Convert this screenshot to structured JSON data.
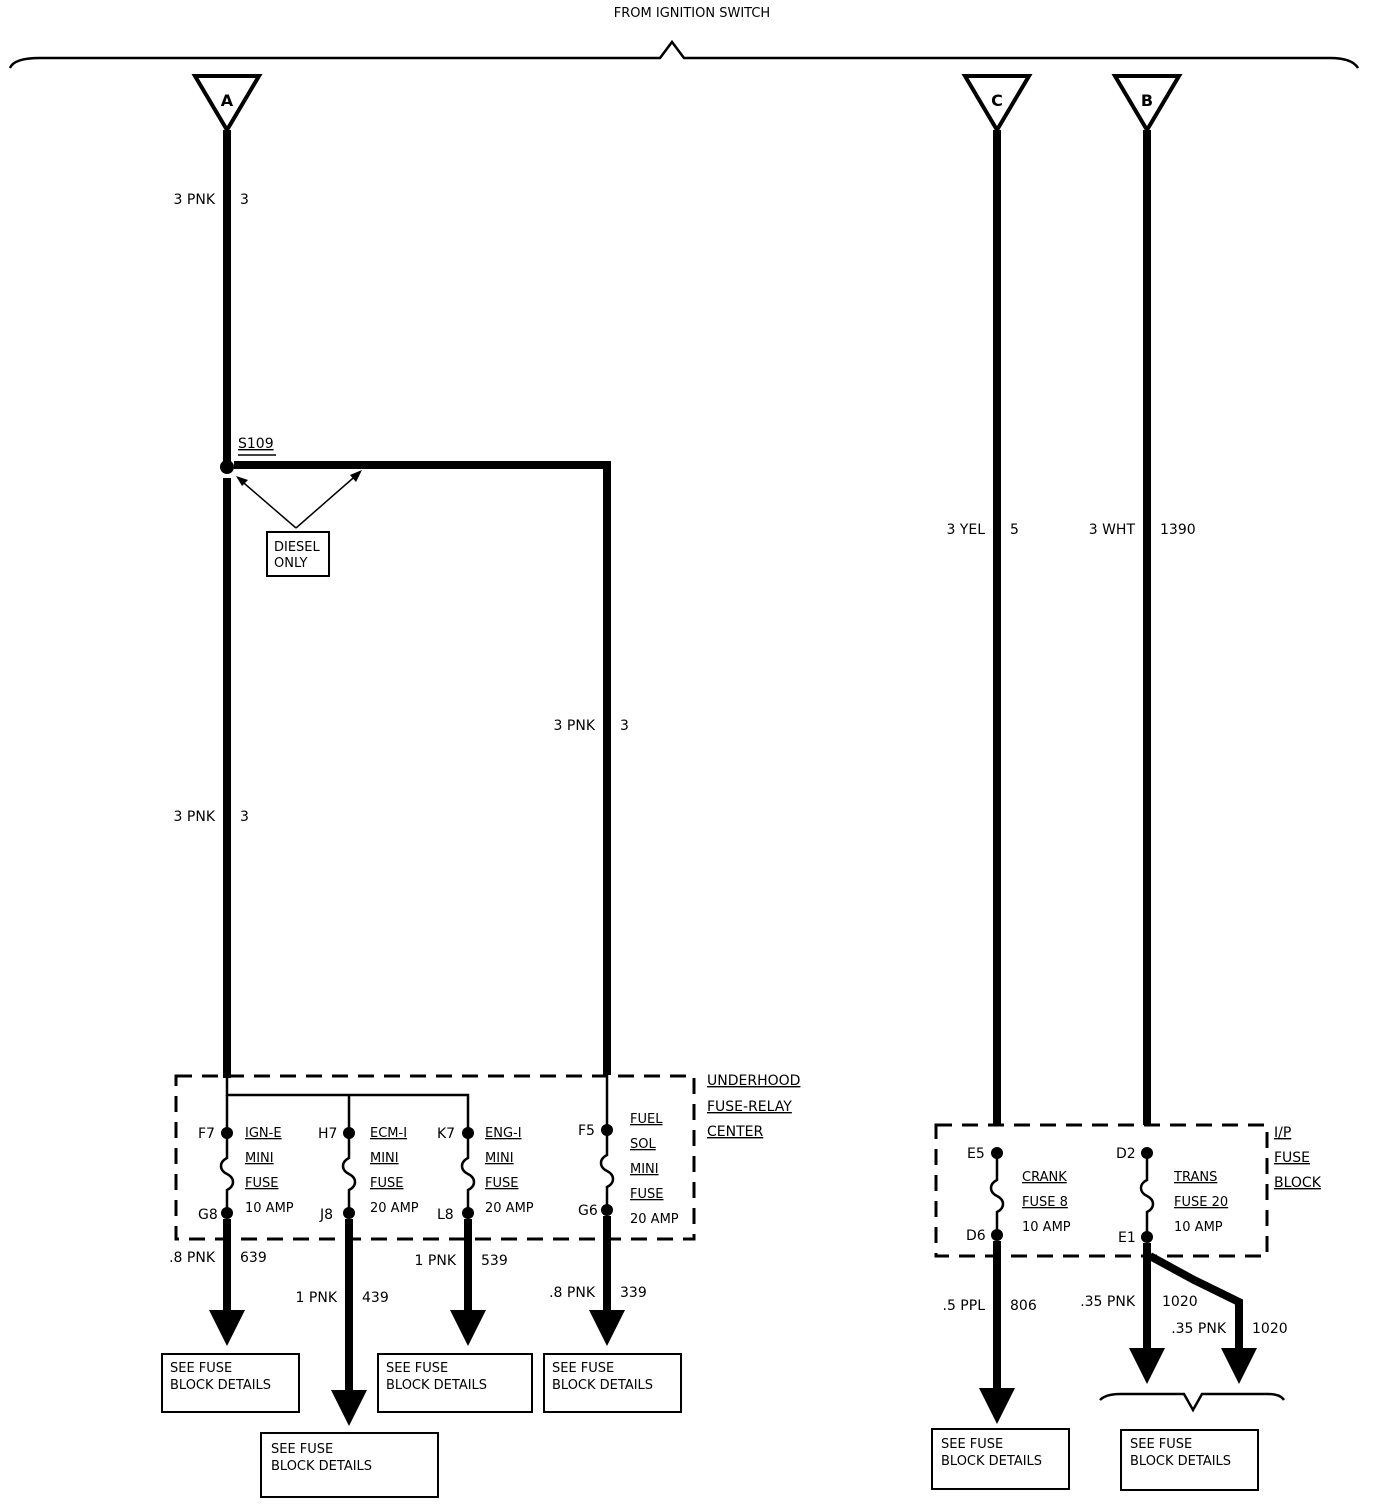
{
  "header": {
    "source": "FROM IGNITION SWITCH"
  },
  "connectors": {
    "a": "A",
    "b": "B",
    "c": "C"
  },
  "splice": {
    "name": "S109",
    "note_line1": "DIESEL",
    "note_line2": "ONLY"
  },
  "wires": {
    "a_top": {
      "gauge_color": "3 PNK",
      "circuit": "3"
    },
    "a_mid": {
      "gauge_color": "3 PNK",
      "circuit": "3"
    },
    "branch": {
      "gauge_color": "3 PNK",
      "circuit": "3"
    },
    "c": {
      "gauge_color": "3 YEL",
      "circuit": "5"
    },
    "b": {
      "gauge_color": "3 WHT",
      "circuit": "1390"
    }
  },
  "underhood": {
    "title_line1": "UNDERHOOD",
    "title_line2": "FUSE-RELAY",
    "title_line3": "CENTER",
    "fuses": [
      {
        "in_pin": "F7",
        "out_pin": "G8",
        "name": "IGN-E",
        "type1": "MINI",
        "type2": "FUSE",
        "rating": "10 AMP",
        "out_gauge_color": ".8 PNK",
        "out_circuit": "639"
      },
      {
        "in_pin": "H7",
        "out_pin": "J8",
        "name": "ECM-I",
        "type1": "MINI",
        "type2": "FUSE",
        "rating": "20 AMP",
        "out_gauge_color": "1 PNK",
        "out_circuit": "439"
      },
      {
        "in_pin": "K7",
        "out_pin": "L8",
        "name": "ENG-I",
        "type1": "MINI",
        "type2": "FUSE",
        "rating": "20 AMP",
        "out_gauge_color": "1 PNK",
        "out_circuit": "539"
      },
      {
        "in_pin": "F5",
        "out_pin": "G6",
        "name1": "FUEL",
        "name2": "SOL",
        "type1": "MINI",
        "type2": "FUSE",
        "rating": "20 AMP",
        "out_gauge_color": ".8 PNK",
        "out_circuit": "339"
      }
    ]
  },
  "ip_block": {
    "title_line1": "I/P",
    "title_line2": "FUSE",
    "title_line3": "BLOCK",
    "fuses": [
      {
        "in_pin": "E5",
        "out_pin": "D6",
        "name": "CRANK",
        "fuse": "FUSE 8",
        "rating": "10 AMP",
        "out_gauge_color": ".5 PPL",
        "out_circuit": "806"
      },
      {
        "in_pin": "D2",
        "out_pin": "E1",
        "name": "TRANS",
        "fuse": "FUSE 20",
        "rating": "10 AMP",
        "out_gauge_color_1": ".35 PNK",
        "out_circuit_1": "1020",
        "out_gauge_color_2": ".35 PNK",
        "out_circuit_2": "1020"
      }
    ]
  },
  "see_details": {
    "line1": "SEE FUSE",
    "line2": "BLOCK DETAILS"
  }
}
